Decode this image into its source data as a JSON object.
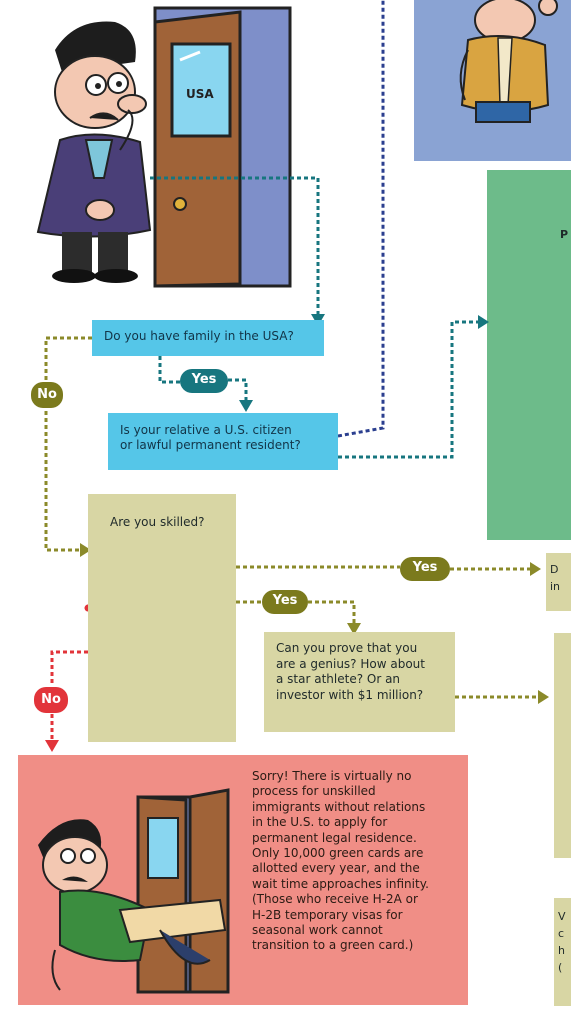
{
  "door_sign": "USA",
  "questions": {
    "family": "Do you have family in the USA?",
    "relative_line1": "Is your relative a U.S. citizen",
    "relative_line2": "or lawful permanent resident?",
    "skilled": "Are you skilled?",
    "genius_line1": "Can you prove that you",
    "genius_line2": "are a genius? How about",
    "genius_line3": "a star athlete? Or an",
    "genius_line4": "investor with $1 million?"
  },
  "pills": {
    "no_top": "No",
    "yes_family": "Yes",
    "yes_skilled_right": "Yes",
    "yes_skilled_down": "Yes",
    "no_bottom": "No"
  },
  "edge_fragments": {
    "green_p": "P",
    "d_line1": "D",
    "d_line2": "in",
    "v_line1": "V",
    "v_line2": "c",
    "v_line3": "h",
    "v_line4": "("
  },
  "outcome": {
    "lines": [
      "Sorry! There is virtually no",
      "process for unskilled",
      "immigrants without relations",
      "in the U.S. to apply for",
      "permanent legal residence.",
      "Only 10,000 green cards are",
      "allotted every year, and the",
      "wait time approaches infinity.",
      "(Those who receive H-2A or",
      "H-2B temporary visas for",
      "seasonal work cannot",
      "transition to a green card.)"
    ]
  },
  "colors": {
    "question_blue": "#55c6e8",
    "olive_box": "#d8d6a4",
    "red_box": "#f08e86",
    "green_panel": "#6dbb8a",
    "blue_panel": "#8aa3d3",
    "olive_connector": "#8b8a2a",
    "teal_connector": "#17767f",
    "red_connector": "#e2343a",
    "navy_connector": "#2b3f8f"
  }
}
